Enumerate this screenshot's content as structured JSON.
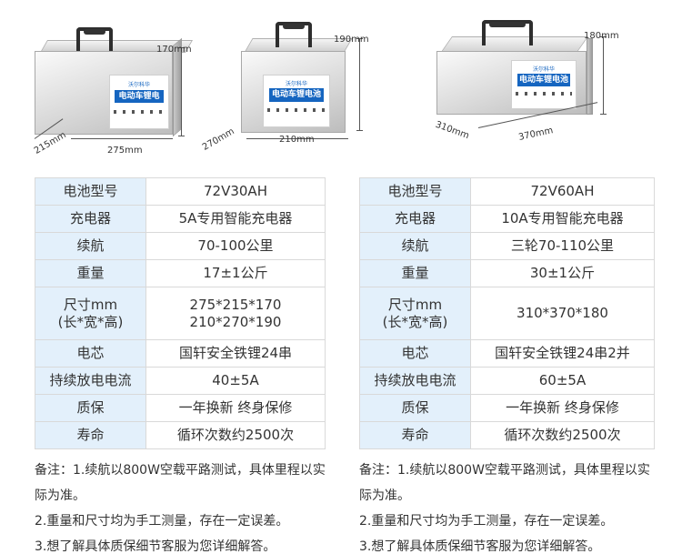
{
  "products": [
    {
      "label_brand": "沃尔科华",
      "label_title": "电动车锂电池",
      "dims": {
        "height": "170mm",
        "depth": "215mm",
        "width": "275mm"
      }
    },
    {
      "label_brand": "沃尔科华",
      "label_title": "电动车锂电池",
      "dims": {
        "height": "190mm",
        "depth": "270mm",
        "width": "210mm"
      }
    },
    {
      "label_brand": "沃尔科华",
      "label_title": "电动车锂电池",
      "dims": {
        "height": "180mm",
        "depth": "310mm",
        "width": "370mm"
      }
    }
  ],
  "tables": [
    {
      "rows": [
        {
          "key": "电池型号",
          "value": "72V30AH"
        },
        {
          "key": "充电器",
          "value": "5A专用智能充电器"
        },
        {
          "key": "续航",
          "value": "70-100公里"
        },
        {
          "key": "重量",
          "value": "17±1公斤"
        },
        {
          "key": "尺寸mm",
          "key2": "(长*宽*高)",
          "value": "275*215*170",
          "value2": "210*270*190"
        },
        {
          "key": "电芯",
          "value": "国轩安全铁锂24串"
        },
        {
          "key": "持续放电电流",
          "value": "40±5A"
        },
        {
          "key": "质保",
          "value": "一年换新 终身保修"
        },
        {
          "key": "寿命",
          "value": "循环次数约2500次"
        }
      ],
      "notes": [
        "备注：1.续航以800W空载平路测试，具体里程以实际为准。",
        "2.重量和尺寸均为手工测量，存在一定误差。",
        "3.想了解具体质保细节客服为您详细解答。"
      ]
    },
    {
      "rows": [
        {
          "key": "电池型号",
          "value": "72V60AH"
        },
        {
          "key": "充电器",
          "value": "10A专用智能充电器"
        },
        {
          "key": "续航",
          "value": "三轮70-110公里"
        },
        {
          "key": "重量",
          "value": "30±1公斤"
        },
        {
          "key": "尺寸mm",
          "key2": "(长*宽*高)",
          "value": "310*370*180"
        },
        {
          "key": "电芯",
          "value": "国轩安全铁锂24串2并"
        },
        {
          "key": "持续放电电流",
          "value": "60±5A"
        },
        {
          "key": "质保",
          "value": "一年换新 终身保修"
        },
        {
          "key": "寿命",
          "value": "循环次数约2500次"
        }
      ],
      "notes": [
        "备注：1.续航以800W空载平路测试，具体里程以实际为准。",
        "2.重量和尺寸均为手工测量，存在一定误差。",
        "3.想了解具体质保细节客服为您详细解答。"
      ]
    }
  ],
  "colors": {
    "key_bg": "#e3f0fb",
    "label_blue": "#1565c0",
    "border": "#d9d9d9"
  }
}
